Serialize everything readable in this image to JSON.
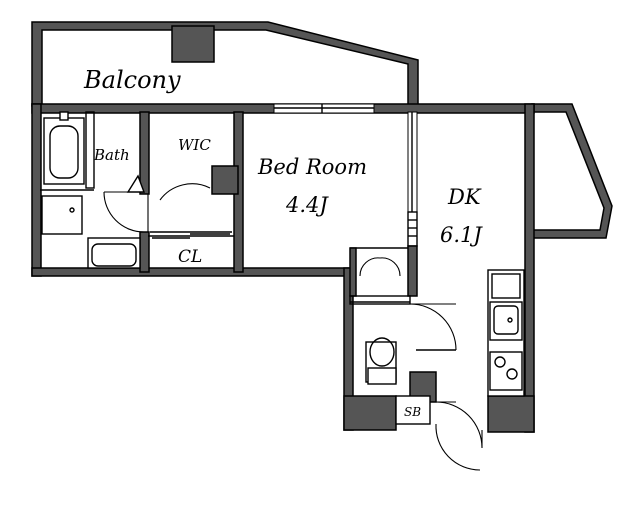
{
  "floor_plan": {
    "rooms": {
      "balcony": "Balcony",
      "bath": "Bath",
      "wic": "WIC",
      "bedroom": "Bed Room",
      "bedroom_size": "4.4J",
      "dk": "DK",
      "dk_size": "6.1J",
      "closet": "CL",
      "shoe_box": "SB"
    },
    "colors": {
      "wall": "#555555",
      "line": "#000000",
      "floor": "#ffffff"
    },
    "fixtures": [
      "bathtub",
      "washbasin",
      "washing-machine-pan",
      "toilet",
      "kitchen-sink",
      "stove"
    ]
  }
}
